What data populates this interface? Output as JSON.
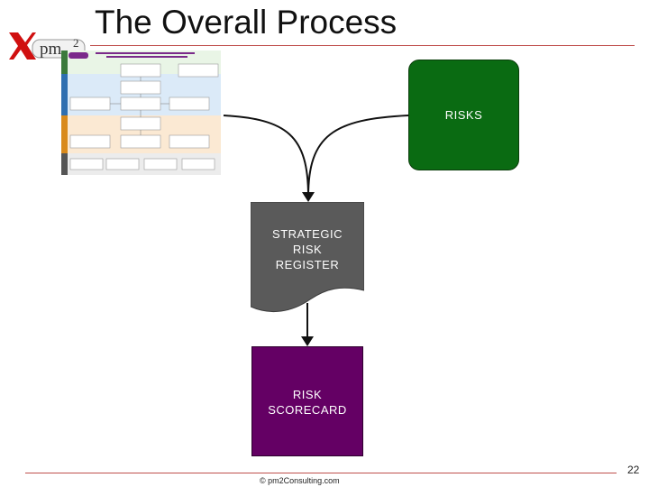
{
  "slide": {
    "title": "The Overall Process",
    "page_number": "22",
    "copyright": "© pm2Consulting.com"
  },
  "logo": {
    "text": "pm2"
  },
  "diagram": {
    "nodes": {
      "risks": {
        "label": "RISKS",
        "color": "#0a6b12"
      },
      "register": {
        "label": "STRATEGIC\nRISK\nREGISTER",
        "color": "#5a5a5a"
      },
      "scorecard": {
        "label": "RISK\nSCORECARD",
        "color": "#640064"
      }
    }
  },
  "colors": {
    "accent_rule": "#c0504d"
  }
}
